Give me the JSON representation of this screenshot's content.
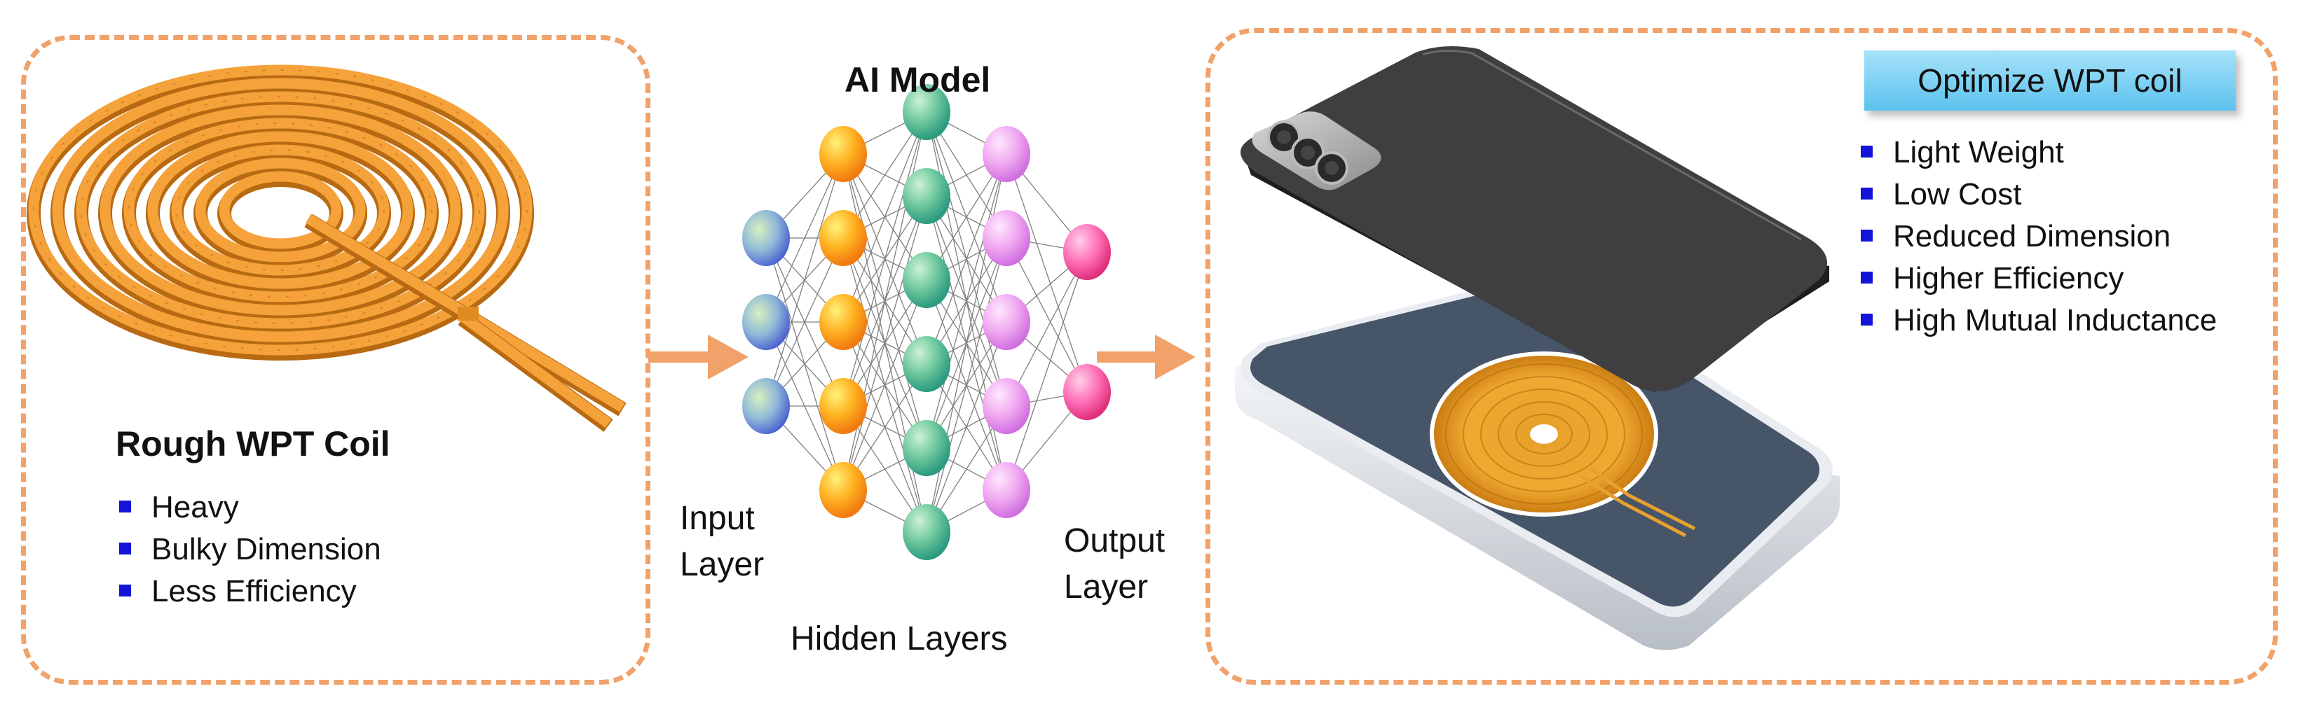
{
  "rough": {
    "title": "Rough WPT Coil",
    "items": [
      "Heavy",
      "Bulky Dimension",
      "Less Efficiency"
    ]
  },
  "model": {
    "title": "AI Model",
    "input_label": [
      "Input",
      "Layer"
    ],
    "hidden_label": "Hidden Layers",
    "output_label": [
      "Output",
      "Layer"
    ]
  },
  "optimize": {
    "title": "Optimize WPT coil",
    "items": [
      "Light Weight",
      "Low Cost",
      "Reduced Dimension",
      "Higher Efficiency",
      "High Mutual Inductance"
    ]
  },
  "network": {
    "layers": [
      {
        "name": "input",
        "nodes": 3,
        "color": "blue-green"
      },
      {
        "name": "hidden-1",
        "nodes": 5,
        "color": "orange"
      },
      {
        "name": "hidden-2",
        "nodes": 6,
        "color": "teal"
      },
      {
        "name": "hidden-3",
        "nodes": 5,
        "color": "pink"
      },
      {
        "name": "output",
        "nodes": 2,
        "color": "magenta"
      }
    ]
  },
  "colors": {
    "panel_border": "#f0a26a",
    "arrow": "#f0a26a",
    "bullet": "#1414d8",
    "coil": "#f29a2e",
    "phone_back": "#3f3f41",
    "pad_top": "#475569"
  }
}
